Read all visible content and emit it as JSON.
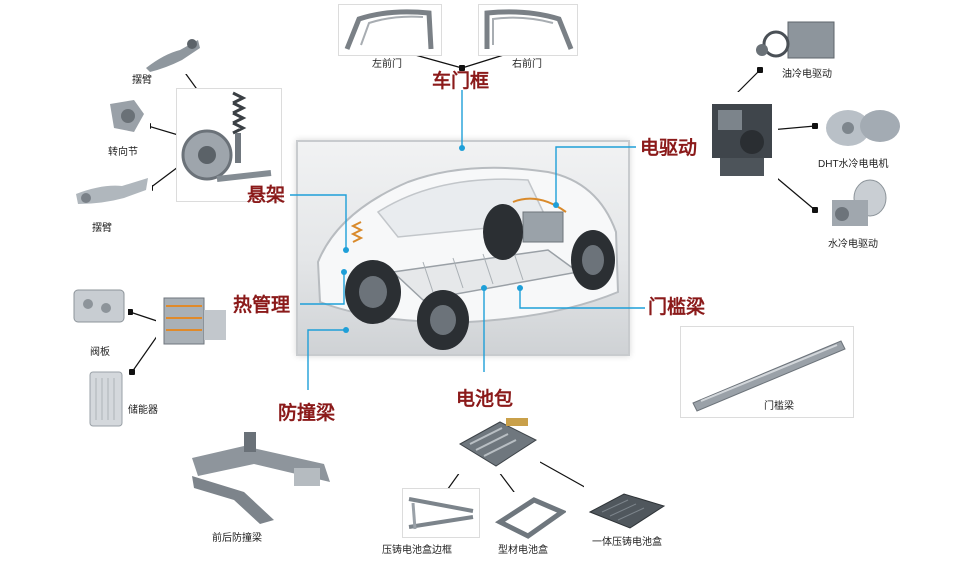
{
  "categories": {
    "door_frame": "车门框",
    "e_drive": "电驱动",
    "suspension": "悬架",
    "thermal": "热管理",
    "sill_beam": "门槛梁",
    "bumper_beam": "防撞梁",
    "battery_pack": "电池包"
  },
  "parts": {
    "left_front_door": "左前门",
    "right_front_door": "右前门",
    "oil_cooled_drive": "油冷电驱动",
    "dht_motor": "DHT水冷电电机",
    "water_cooled_drive": "水冷电驱动",
    "swing_arm_top": "摆臂",
    "knuckle": "转向节",
    "swing_arm_bottom": "摆臂",
    "valve_plate": "阀板",
    "accumulator": "储能器",
    "sill_beam_part": "门槛梁",
    "front_rear_bumper": "前后防撞梁",
    "die_cast_frame": "压铸电池盒边框",
    "profile_box": "型材电池盒",
    "integrated_box": "一体压铸电池盒"
  },
  "colors": {
    "category_text": "#8b1a1a",
    "blue_line": "#1e9fd8",
    "black_line": "#111111"
  }
}
